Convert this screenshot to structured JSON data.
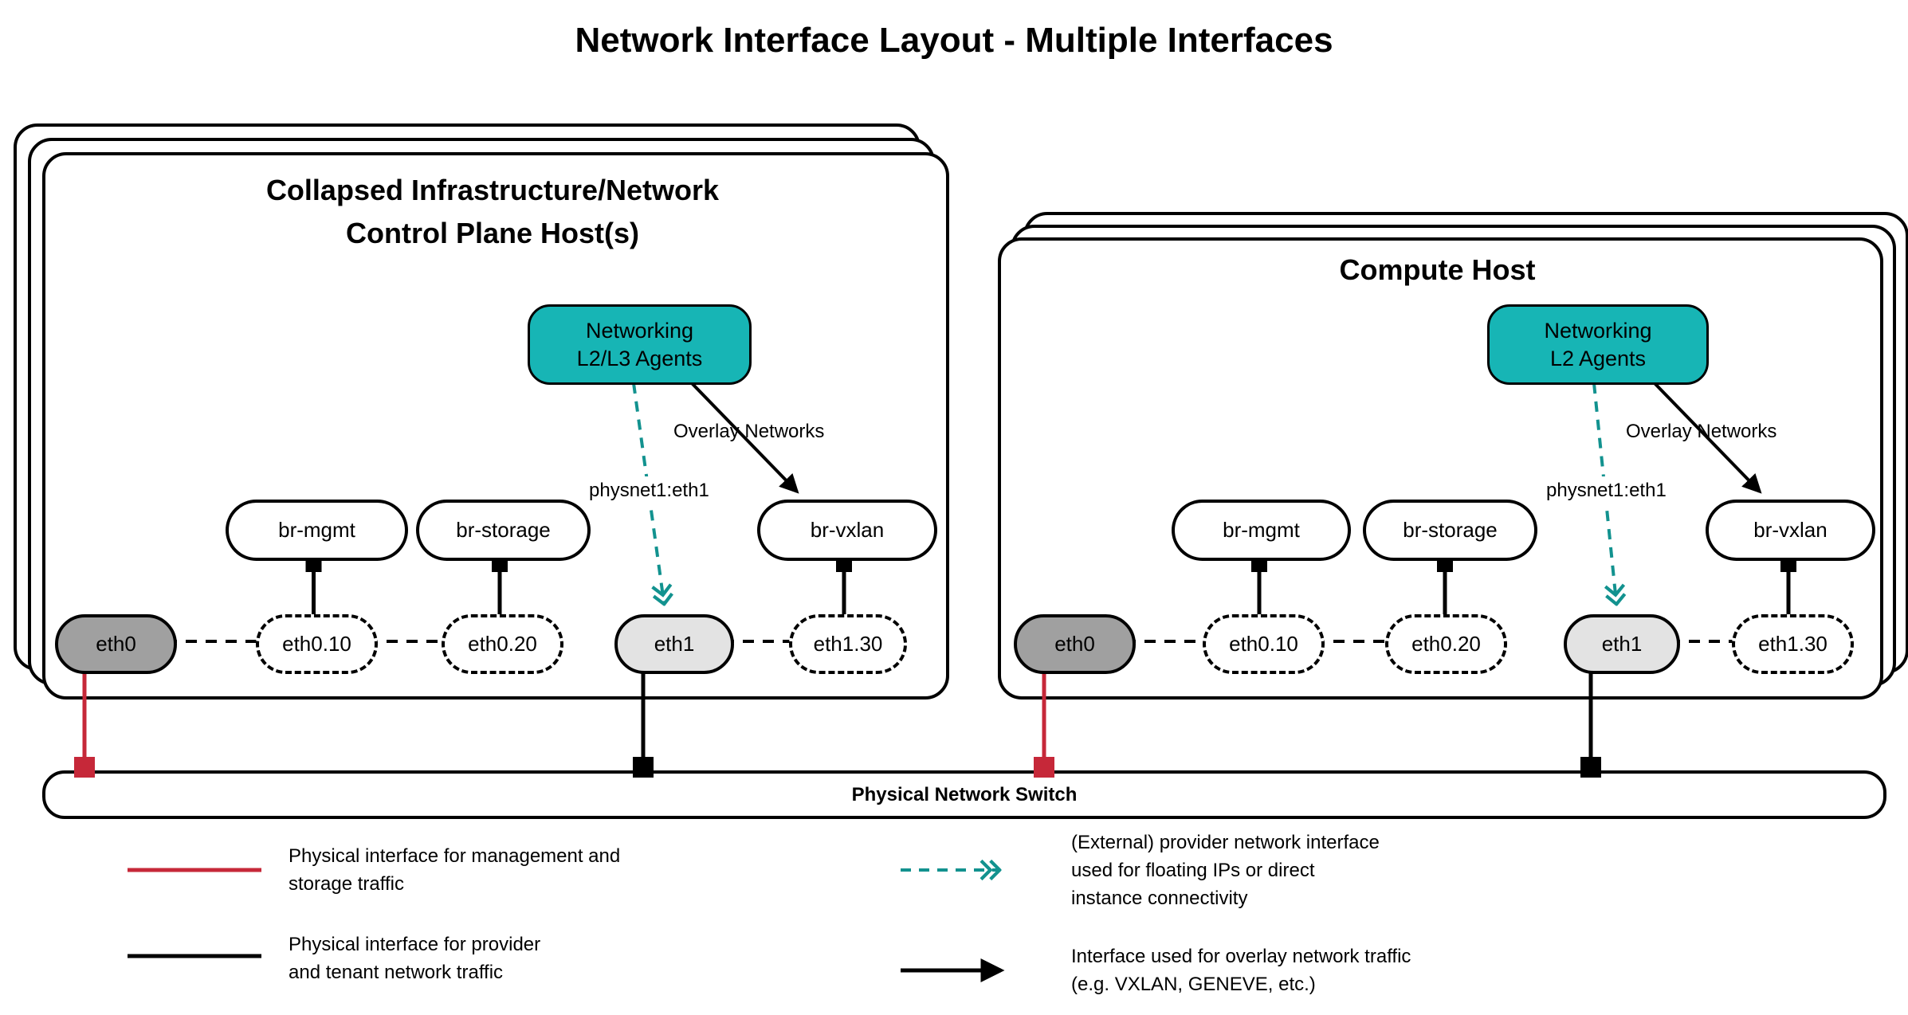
{
  "title": "Network Interface Layout - Multiple Interfaces",
  "colors": {
    "teal_fill": "#17b5b5",
    "teal_arrow": "#12928f",
    "red_line": "#c62839",
    "black_line": "#000000",
    "eth0_fill": "#a0a0a0",
    "eth1_fill": "#e3e3e3"
  },
  "hosts": {
    "control": {
      "title": "Collapsed Infrastructure/Network\nControl Plane Host(s)",
      "agents_label": "Networking\nL2/L3 Agents",
      "overlay_label": "Overlay Networks",
      "physnet_label": "physnet1:eth1",
      "bridges": [
        "br-mgmt",
        "br-storage",
        "br-vxlan"
      ],
      "interfaces": [
        "eth0",
        "eth0.10",
        "eth0.20",
        "eth1",
        "eth1.30"
      ]
    },
    "compute": {
      "title": "Compute Host",
      "agents_label": "Networking\nL2 Agents",
      "overlay_label": "Overlay Networks",
      "physnet_label": "physnet1:eth1",
      "bridges": [
        "br-mgmt",
        "br-storage",
        "br-vxlan"
      ],
      "interfaces": [
        "eth0",
        "eth0.10",
        "eth0.20",
        "eth1",
        "eth1.30"
      ]
    }
  },
  "switch": {
    "label": "Physical Network Switch"
  },
  "legend": [
    {
      "swatch": "red-solid-line",
      "text": "Physical interface for management and\nstorage traffic"
    },
    {
      "swatch": "black-solid-line",
      "text": "Physical interface for provider\nand tenant network traffic"
    },
    {
      "swatch": "teal-dashed-arrow",
      "text": "(External) provider network interface\nused for floating IPs or direct\ninstance connectivity"
    },
    {
      "swatch": "black-solid-arrow",
      "text": "Interface used for overlay network traffic\n(e.g. VXLAN, GENEVE, etc.)"
    }
  ]
}
